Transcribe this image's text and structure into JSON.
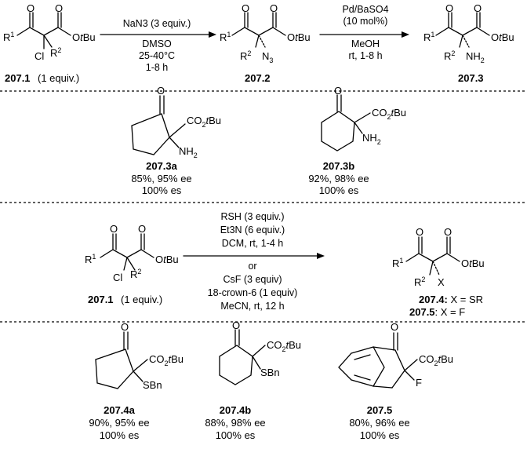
{
  "section1": {
    "reactant_label": "207.1",
    "reactant_note": "(1 equiv.)",
    "step1": [
      "NaN3 (3 equiv.)",
      "DMSO",
      "25-40°C",
      "1-8 h"
    ],
    "azide_label": "207.2",
    "step2": [
      "Pd/BaSO4",
      "(10 mol%)",
      "MeOH",
      "rt, 1-8 h"
    ],
    "product_label": "207.3"
  },
  "section2": {
    "a": {
      "label": "207.3a",
      "yield": "85%, 95% ee",
      "es": "100% es"
    },
    "b": {
      "label": "207.3b",
      "yield": "92%, 98% ee",
      "es": "100% es"
    }
  },
  "section3": {
    "reactant_label": "207.1",
    "reactant_note": "(1 equiv.)",
    "conditions": [
      "RSH (3 equiv.)",
      "Et3N (6 equiv.)",
      "DCM, rt, 1-4 h",
      "or",
      "CsF (3 equiv)",
      "18-crown-6 (1 equiv)",
      "MeCN, rt, 12 h"
    ],
    "product_4": "207.4:",
    "product_4_def": "X = SR",
    "product_5": "207.5",
    "product_5_def": ": X = F"
  },
  "section4": {
    "a": {
      "label": "207.4a",
      "yield": "90%, 95% ee",
      "es": "100% es"
    },
    "b": {
      "label": "207.4b",
      "yield": "88%, 98% ee",
      "es": "100% es"
    },
    "c": {
      "label": "207.5",
      "yield": "80%, 96% ee",
      "es": "100% es"
    }
  }
}
